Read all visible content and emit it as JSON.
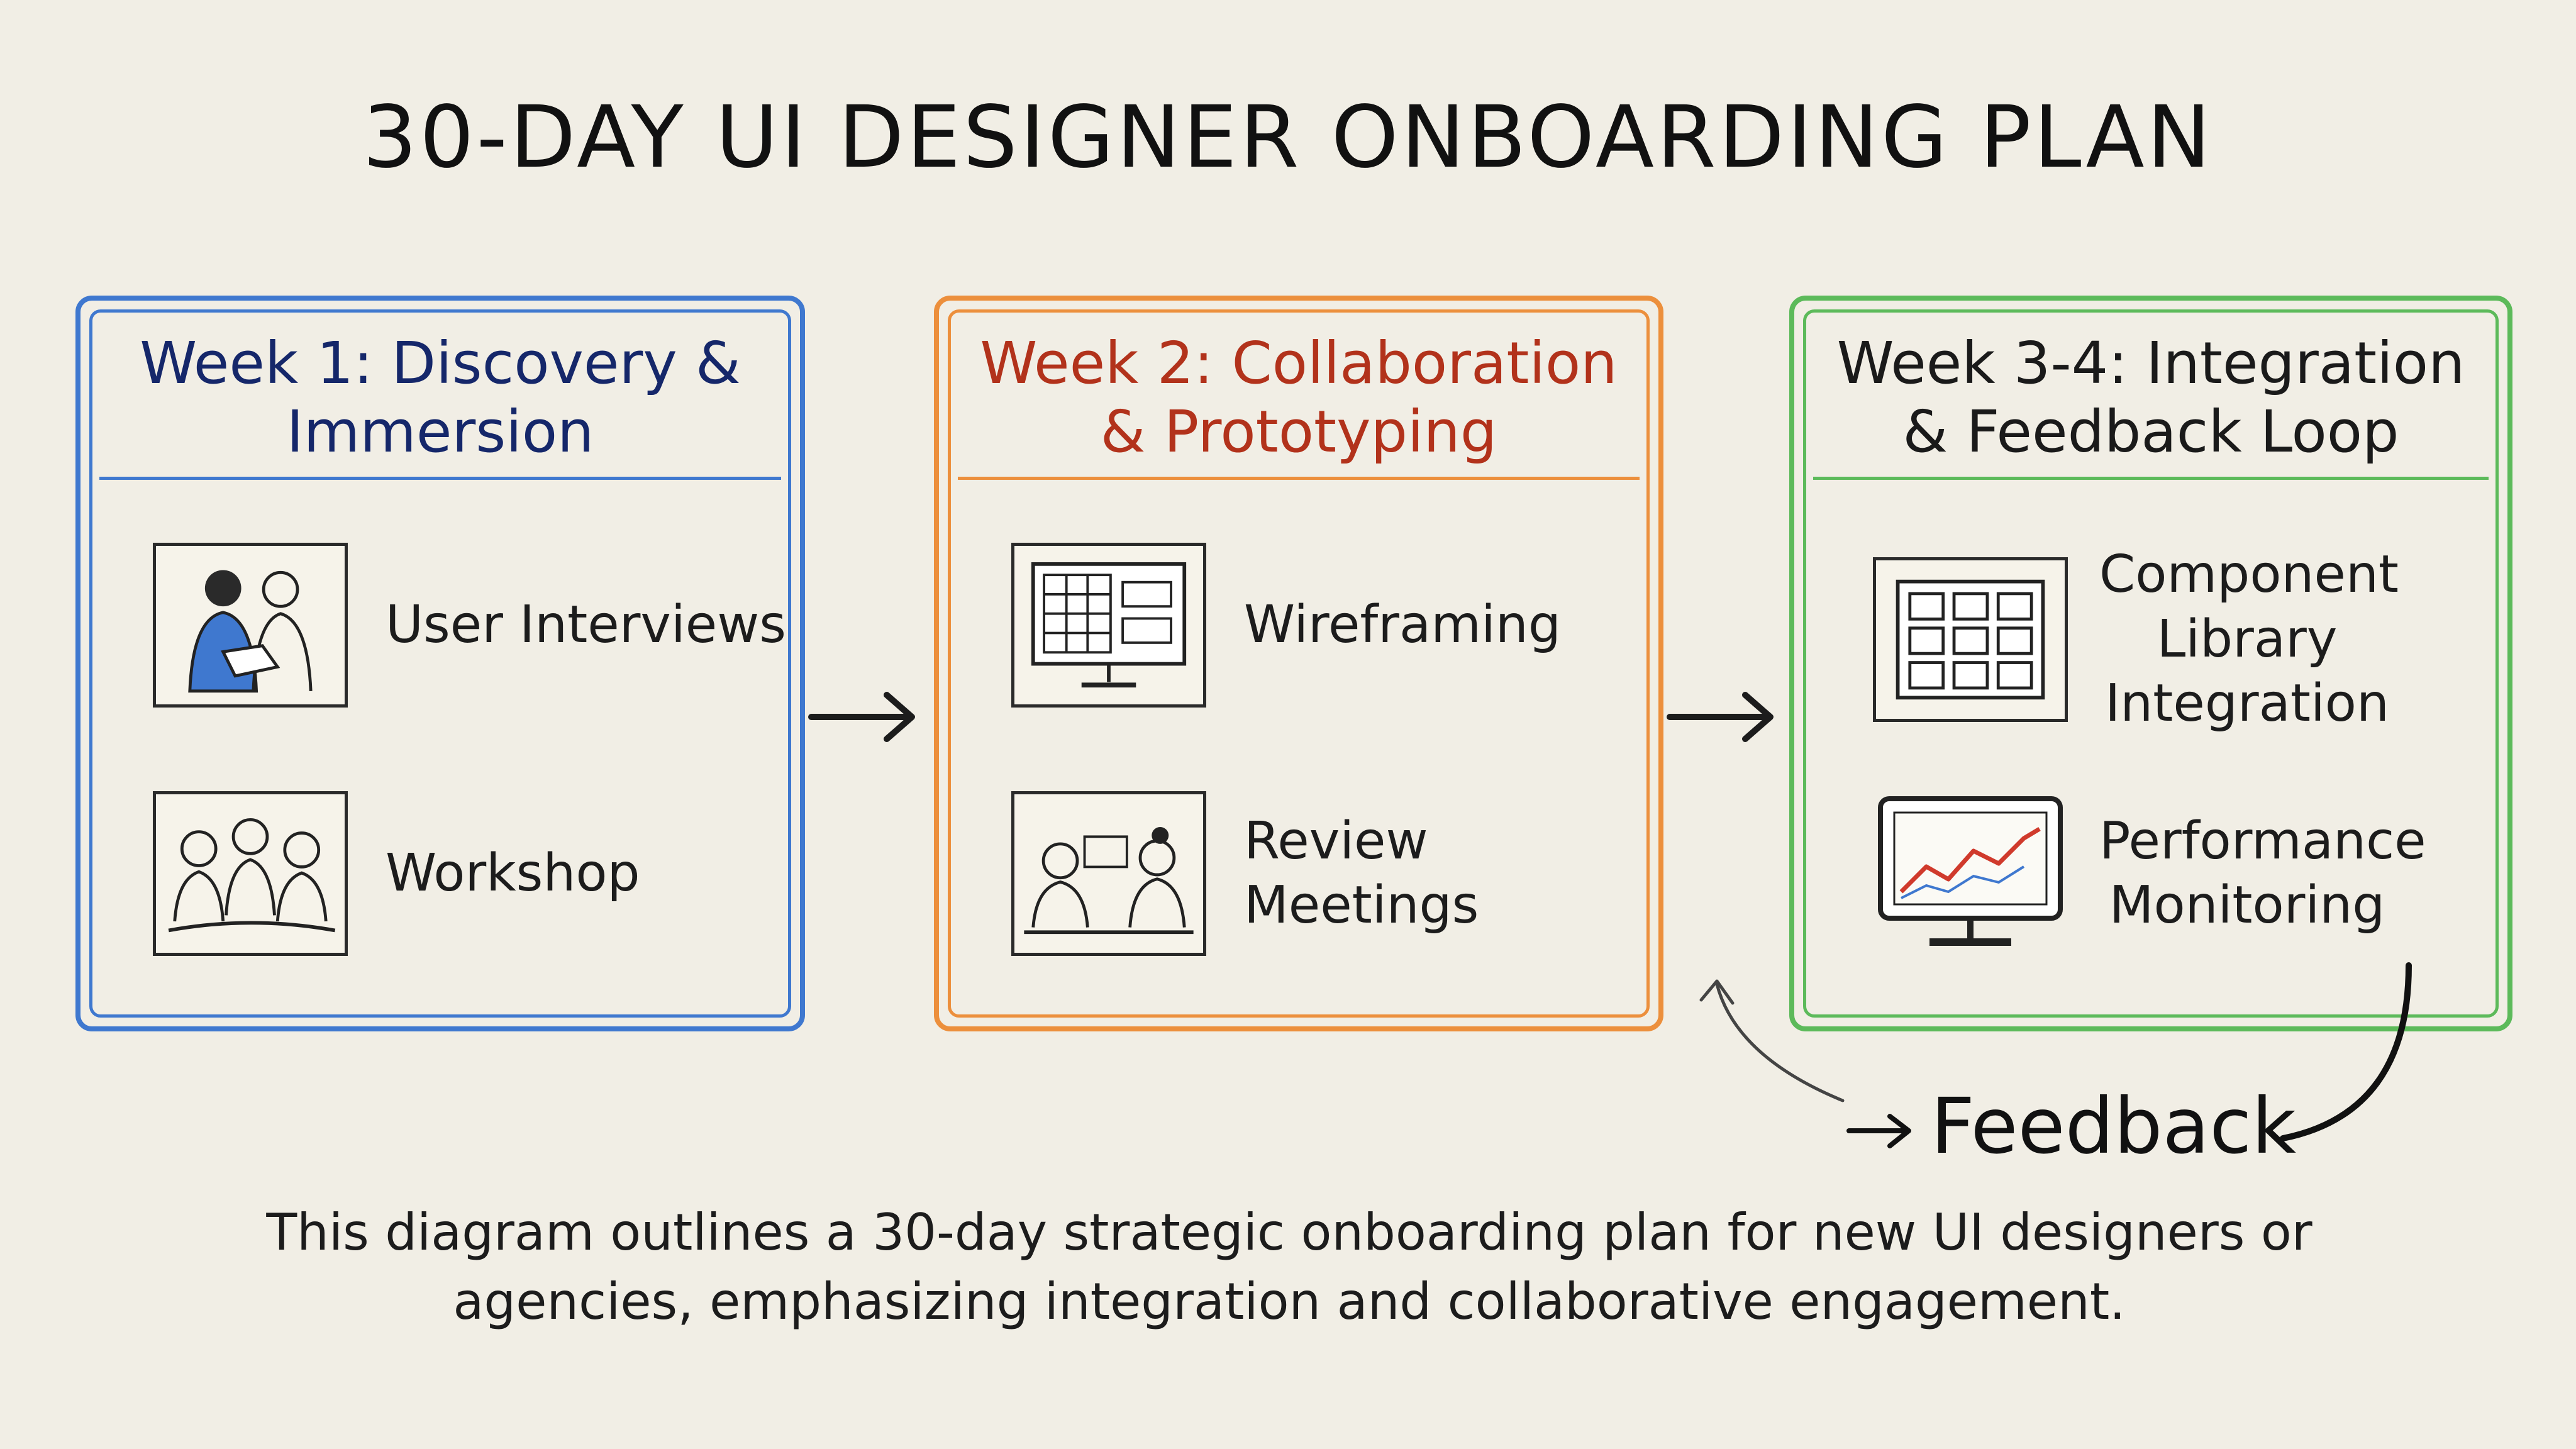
{
  "title": "30-DAY UI DESIGNER ONBOARDING PLAN",
  "colors": {
    "week1": "#3f78cf",
    "week2": "#ec8f3c",
    "week3": "#5cba5a",
    "background": "#f1eee5"
  },
  "weeks": [
    {
      "heading": "Week 1: Discovery & Immersion",
      "items": [
        {
          "label": "User Interviews",
          "icon": "user-interviews-icon"
        },
        {
          "label": "Workshop",
          "icon": "workshop-icon"
        }
      ]
    },
    {
      "heading": "Week 2: Collaboration & Prototyping",
      "items": [
        {
          "label": "Wireframing",
          "icon": "wireframe-monitor-icon"
        },
        {
          "label": "Review Meetings",
          "icon": "review-meeting-icon"
        }
      ]
    },
    {
      "heading": "Week 3-4: Integration & Feedback Loop",
      "items": [
        {
          "label": "Component Library Integration",
          "icon": "component-grid-icon"
        },
        {
          "label": "Performance Monitoring",
          "icon": "performance-chart-icon"
        }
      ]
    }
  ],
  "feedback_label": "Feedback",
  "description": "This diagram outlines a 30-day strategic onboarding plan for new UI designers or agencies, emphasizing integration and collaborative engagement."
}
